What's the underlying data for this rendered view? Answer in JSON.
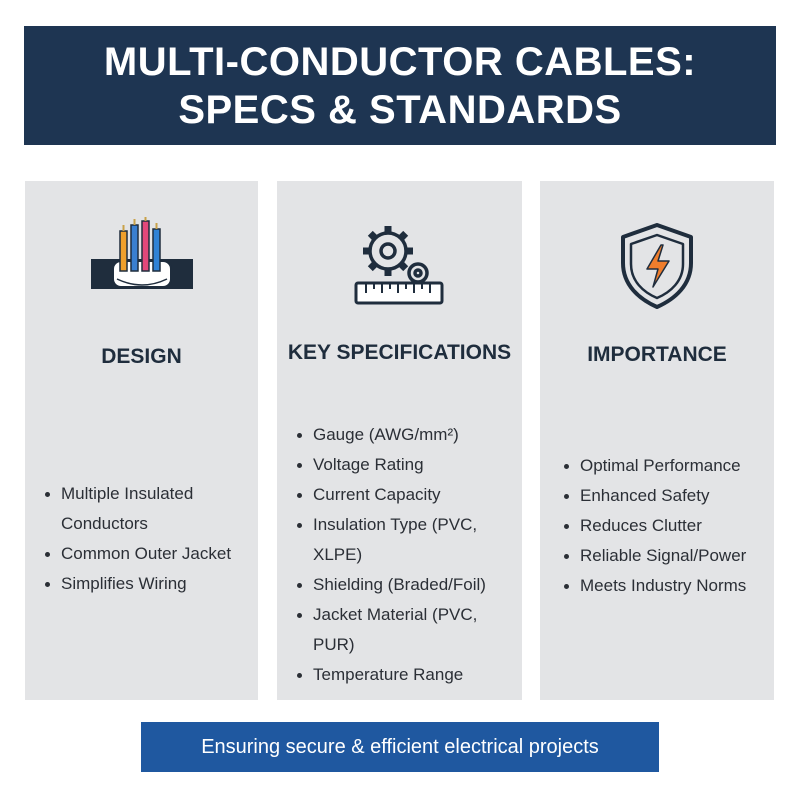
{
  "header": {
    "line1": "MULTI-CONDUCTOR CABLES:",
    "line2": "SPECS & STANDARDS"
  },
  "columns": [
    {
      "title": "DESIGN",
      "icon": "cable-conductors-icon",
      "items": [
        "Multiple Insulated Conductors",
        "Common Outer Jacket",
        "Simplifies Wiring"
      ]
    },
    {
      "title": "KEY SPECIFICATIONS",
      "icon": "gears-ruler-icon",
      "items": [
        "Gauge (AWG/mm²)",
        "Voltage Rating",
        "Current Capacity",
        "Insulation Type (PVC, XLPE)",
        "Shielding (Braded/Foil)",
        "Jacket Material (PVC, PUR)",
        "Temperature Range"
      ]
    },
    {
      "title": "IMPORTANCE",
      "icon": "shield-lightning-icon",
      "items": [
        "Optimal Performance",
        "Enhanced Safety",
        "Reduces Clutter",
        "Reliable Signal/Power",
        "Meets Industry Norms"
      ]
    }
  ],
  "footer": {
    "text": "Ensuring secure & efficient electrical projects"
  },
  "colors": {
    "header_bg": "#1e3552",
    "panel_bg": "#e3e4e6",
    "footer_bg": "#1f58a0",
    "accent_orange": "#ef7d2c"
  }
}
